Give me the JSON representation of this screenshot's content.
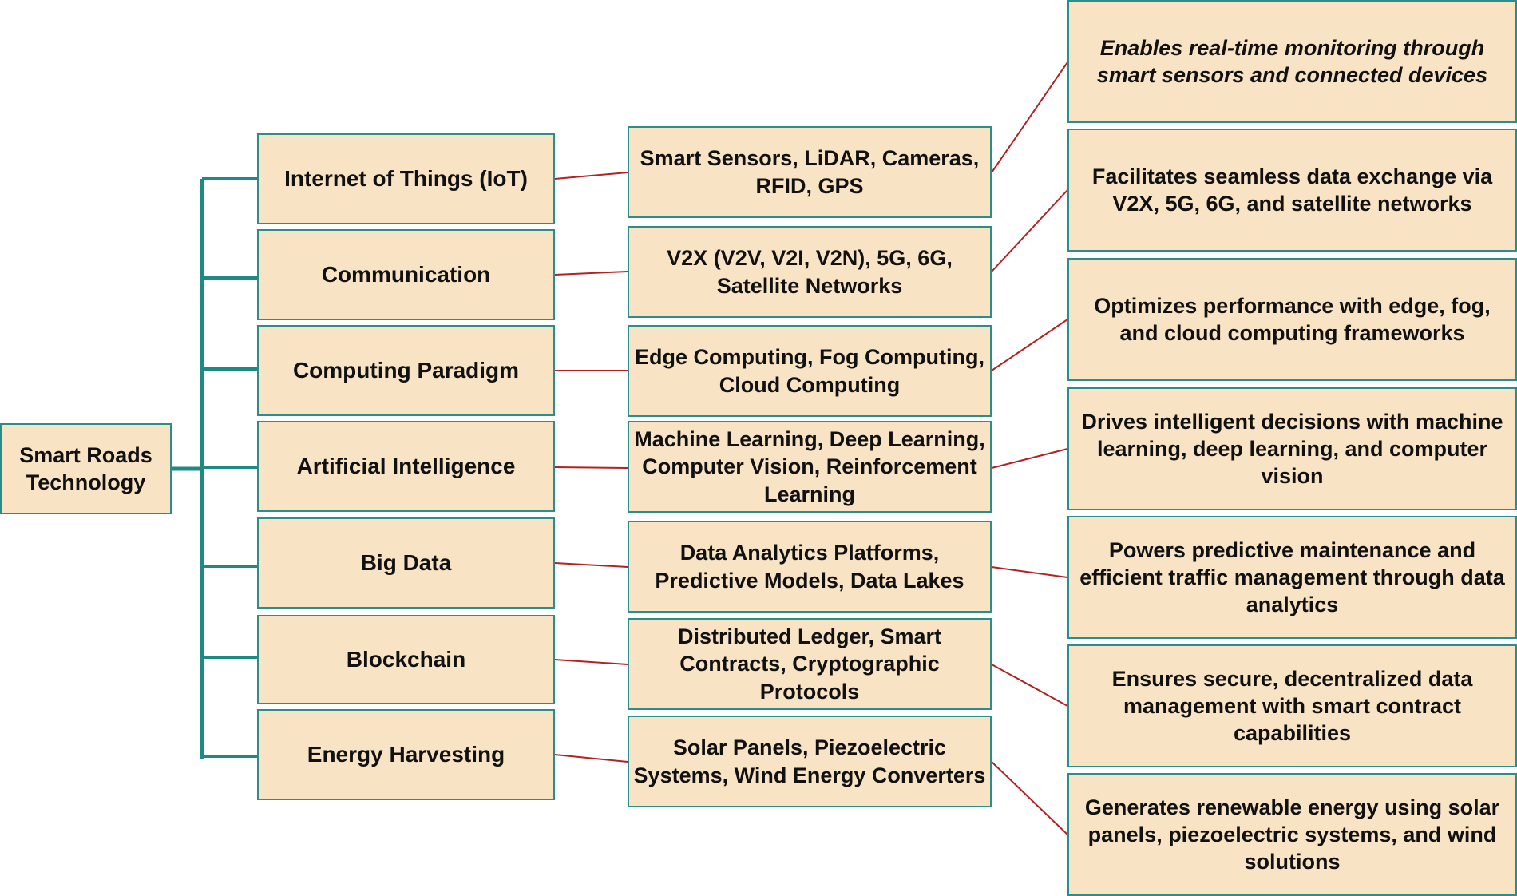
{
  "root": {
    "label": "Smart Roads Technology"
  },
  "colors": {
    "box_fill": "#f8e4c5",
    "box_border": "#2a8f8a",
    "tree_line": "#1f8a84",
    "link_line": "#b22222"
  },
  "rows": [
    {
      "category": "Internet of Things (IoT)",
      "technologies": "Smart Sensors, LiDAR, Cameras, RFID, GPS",
      "description": "Enables real-time monitoring through smart sensors and connected devices"
    },
    {
      "category": "Communication",
      "technologies": "V2X (V2V, V2I, V2N), 5G, 6G, Satellite Networks",
      "description": "Facilitates seamless data exchange via V2X, 5G, 6G, and satellite networks"
    },
    {
      "category": "Computing Paradigm",
      "technologies": "Edge Computing, Fog Computing, Cloud Computing",
      "description": "Optimizes performance with edge, fog, and cloud computing frameworks"
    },
    {
      "category": "Artificial Intelligence",
      "technologies": "Machine Learning, Deep Learning, Computer Vision, Reinforcement Learning",
      "description": "Drives intelligent decisions with machine learning, deep learning, and computer vision"
    },
    {
      "category": "Big Data",
      "technologies": "Data Analytics Platforms, Predictive Models, Data Lakes",
      "description": "Powers predictive maintenance and efficient traffic management through data analytics"
    },
    {
      "category": "Blockchain",
      "technologies": "Distributed Ledger, Smart Contracts, Cryptographic Protocols",
      "description": "Ensures secure, decentralized data management with smart contract capabilities"
    },
    {
      "category": "Energy Harvesting",
      "technologies": "Solar Panels, Piezoelectric Systems, Wind Energy Converters",
      "description": "Generates renewable energy using solar panels, piezoelectric systems, and wind solutions"
    }
  ]
}
